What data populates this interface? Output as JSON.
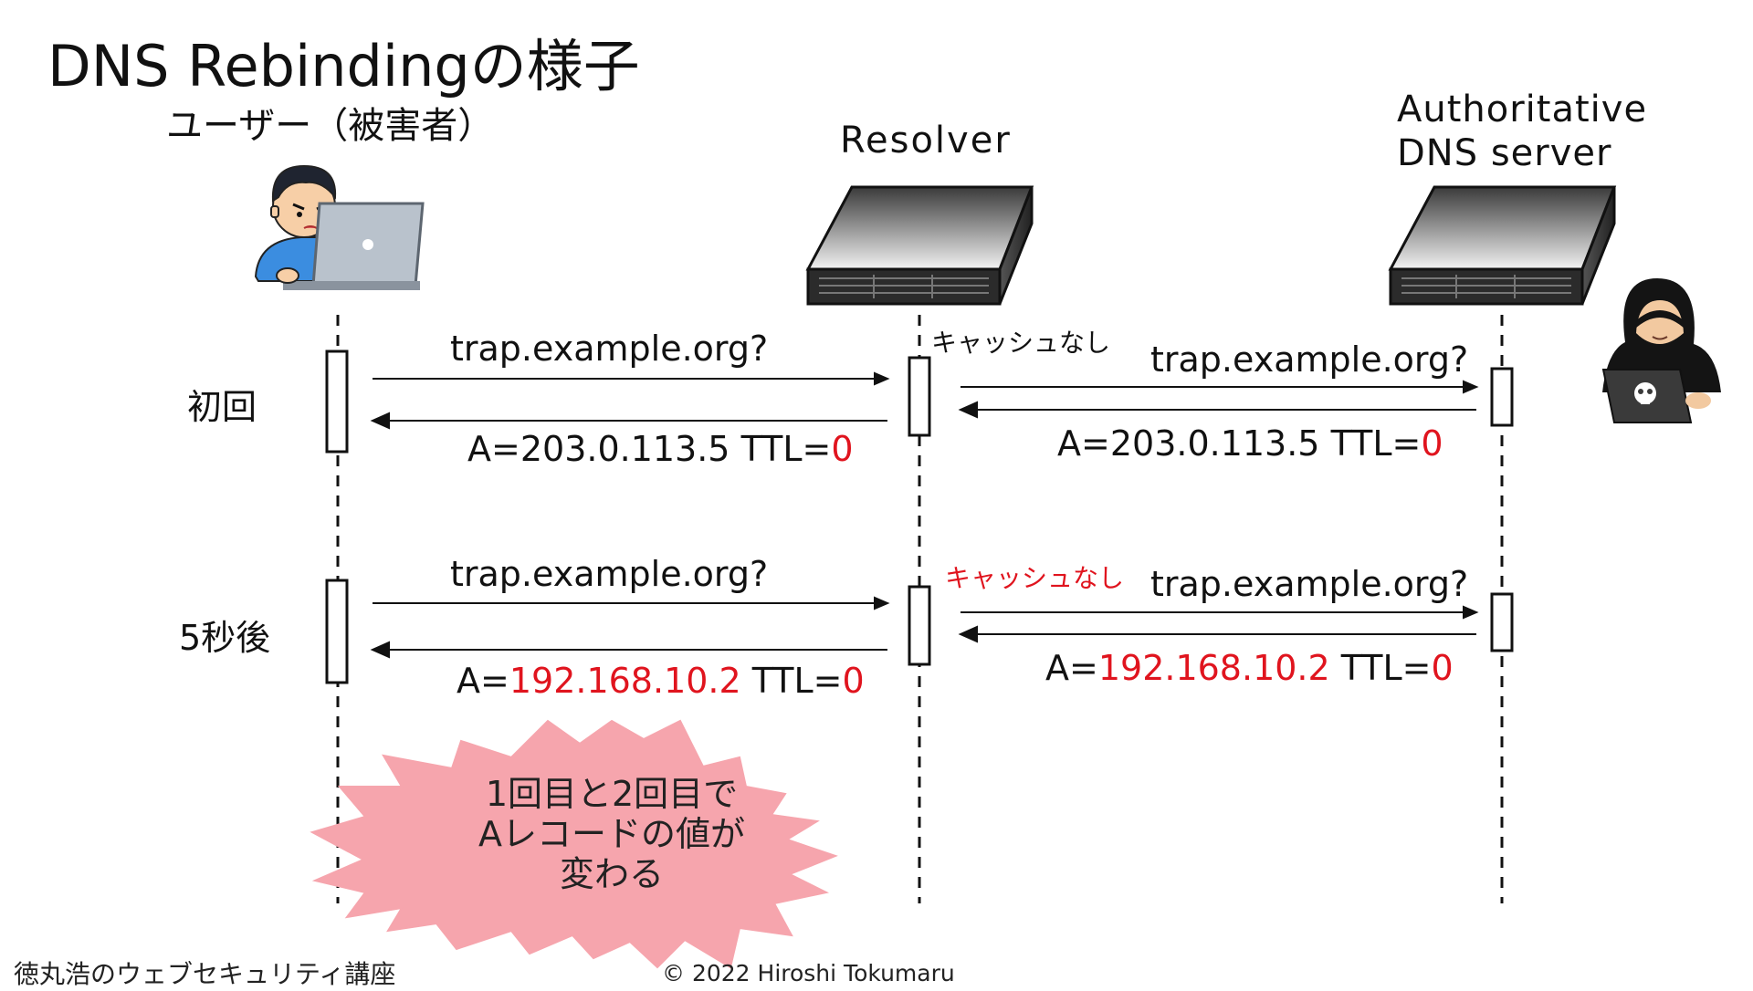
{
  "title": "DNS Rebindingの様子",
  "actors": {
    "user": "ユーザー（被害者）",
    "resolver": "Resolver",
    "authoritative_line1": "Authoritative",
    "authoritative_line2": "DNS server"
  },
  "phases": {
    "first": "初回",
    "second": "5秒後"
  },
  "round1": {
    "query_left": "trap.example.org?",
    "query_right": "trap.example.org?",
    "no_cache": "キャッシュなし",
    "ans_left_prefix": "A=203.0.113.5 TTL=",
    "ans_left_ttl": "0",
    "ans_right_prefix": "A=203.0.113.5 TTL=",
    "ans_right_ttl": "0"
  },
  "round2": {
    "query_left": "trap.example.org?",
    "query_right": "trap.example.org?",
    "no_cache": "キャッシュなし",
    "ans_left_a": "A=",
    "ans_left_ip": "192.168.10.2",
    "ans_left_mid": " TTL=",
    "ans_left_ttl": "0",
    "ans_right_a": "A=",
    "ans_right_ip": "192.168.10.2",
    "ans_right_mid": " TTL=",
    "ans_right_ttl": "0"
  },
  "burst": {
    "line1": "1回目と2回目で",
    "line2": "Aレコードの値が",
    "line3": "変わる"
  },
  "footer": {
    "course": "徳丸浩のウェブセキュリティ講座",
    "copyright": "© 2022 Hiroshi Tokumaru"
  },
  "colors": {
    "highlight": "#e0141e",
    "burst_fill": "#f6a5ad"
  }
}
